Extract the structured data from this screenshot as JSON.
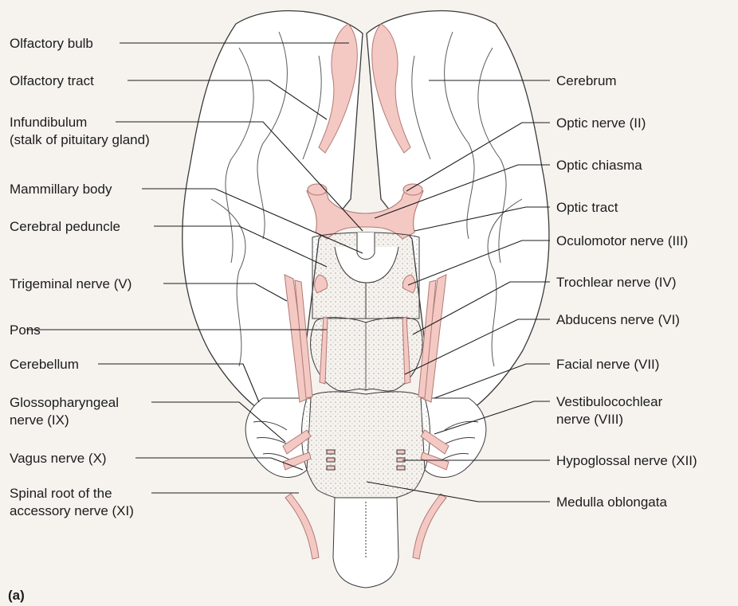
{
  "colors": {
    "background": "#f6f3ef",
    "nerve_fill": "#f4c9c4",
    "nerve_stroke": "#b07a74",
    "outline": "#3a3a3a"
  },
  "panel_label": "(a)",
  "labels_left": {
    "olfactory_bulb": "Olfactory bulb",
    "olfactory_tract": "Olfactory tract",
    "infundibulum_1": "Infundibulum",
    "infundibulum_2": "(stalk of pituitary gland)",
    "mammillary_body": "Mammillary body",
    "cerebral_peduncle": "Cerebral peduncle",
    "trigeminal_nerve": "Trigeminal nerve (V)",
    "pons": "Pons",
    "cerebellum": "Cerebellum",
    "glossopharyngeal_1": "Glossopharyngeal",
    "glossopharyngeal_2": "nerve (IX)",
    "vagus_nerve": "Vagus nerve (X)",
    "spinal_root_1": "Spinal root of the",
    "spinal_root_2": "accessory nerve (XI)"
  },
  "labels_right": {
    "cerebrum": "Cerebrum",
    "optic_nerve": "Optic nerve (II)",
    "optic_chiasma": "Optic chiasma",
    "optic_tract": "Optic tract",
    "oculomotor_nerve": "Oculomotor nerve (III)",
    "trochlear_nerve": "Trochlear nerve (IV)",
    "abducens_nerve": "Abducens nerve (VI)",
    "facial_nerve": "Facial nerve (VII)",
    "vestibulocochlear_1": "Vestibulocochlear",
    "vestibulocochlear_2": "nerve (VIII)",
    "hypoglossal_nerve": "Hypoglossal nerve (XII)",
    "medulla_oblongata": "Medulla oblongata"
  }
}
